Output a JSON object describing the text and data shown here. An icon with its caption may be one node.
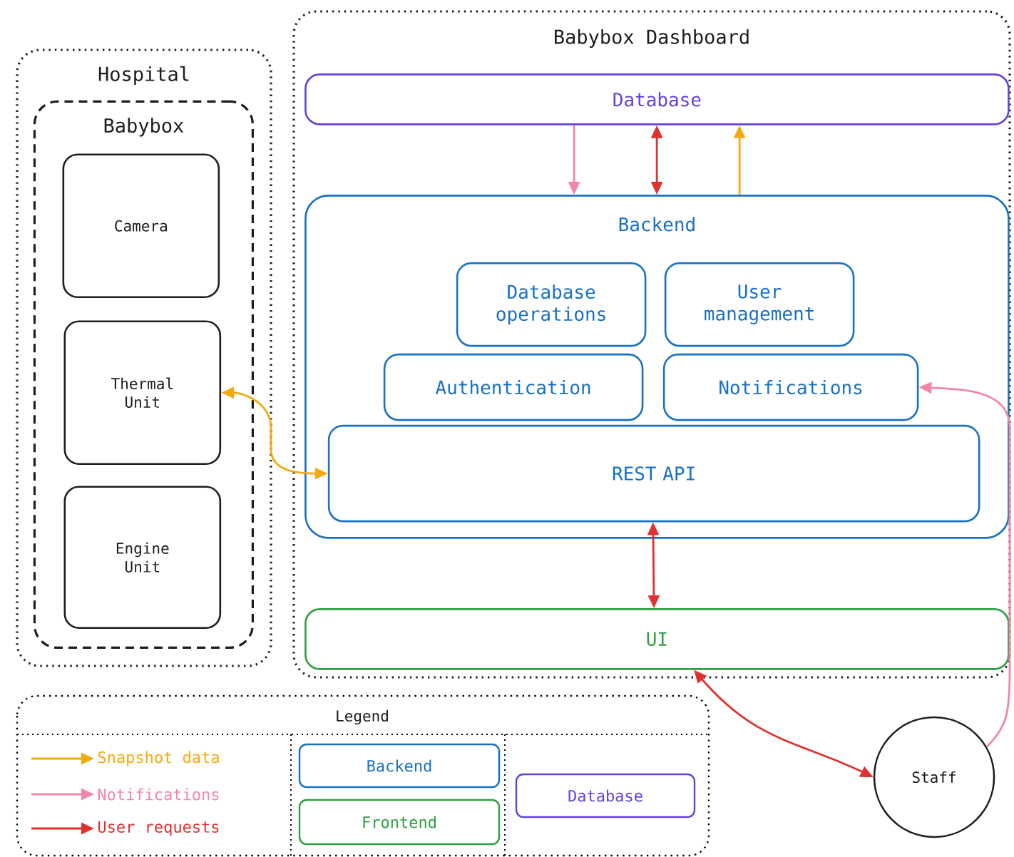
{
  "diagram": {
    "nodes": [
      {
        "text": [
          "Hospital"
        ]
      },
      {
        "text": [
          "Babybox"
        ],
        "in": 0
      },
      {
        "text": [
          "Camera"
        ],
        "in": 1
      },
      {
        "text": [
          "Thermal Unit"
        ],
        "in": 1
      },
      {
        "text": [
          "Engine Unit"
        ],
        "in": 1
      },
      {
        "text": [
          "Babybox Dashboard"
        ]
      },
      {
        "text": [
          "Database"
        ],
        "in": 5
      },
      {
        "text": [
          "Backend"
        ],
        "in": 5
      },
      {
        "text": [
          "Database operations"
        ],
        "in": 7
      },
      {
        "text": [
          "User management"
        ],
        "in": 7
      },
      {
        "text": [
          "Authentication"
        ],
        "in": 7
      },
      {
        "text": [
          "Notifications"
        ],
        "in": 7
      },
      {
        "text": [
          "REST API"
        ],
        "in": 7
      },
      {
        "text": [
          "UI"
        ],
        "in": 5
      },
      {
        "text": [
          "Staff"
        ]
      }
    ],
    "edges": [
      {
        "from": 6,
        "to": 7,
        "arrow": "to",
        "color": "#f285a8"
      },
      {
        "from": 6,
        "to": 7,
        "arrow": "both",
        "color": "#e03131"
      },
      {
        "from": 7,
        "to": 6,
        "arrow": "to",
        "color": "#f5a90f"
      },
      {
        "from": 3,
        "to": 12,
        "arrow": "both",
        "color": "#f5a90f"
      },
      {
        "from": 12,
        "to": 13,
        "arrow": "both",
        "color": "#e03131"
      },
      {
        "from": 13,
        "to": 14,
        "arrow": "both",
        "color": "#e03131"
      },
      {
        "from": 14,
        "to": 11,
        "arrow": "to",
        "color": "#f285a8"
      }
    ],
    "labels": [
      "Legend"
    ],
    "legend": [
      {
        "text": "Snapshot data",
        "color": "#f5a90f"
      },
      {
        "text": "Notifications",
        "color": "#f285a8"
      },
      {
        "text": "User requests",
        "color": "#e03131"
      },
      {
        "text": "Backend",
        "color": "#1971c2"
      },
      {
        "text": "Frontend",
        "color": "#2f9e44"
      },
      {
        "text": "Database",
        "color": "#6741d9"
      }
    ]
  }
}
